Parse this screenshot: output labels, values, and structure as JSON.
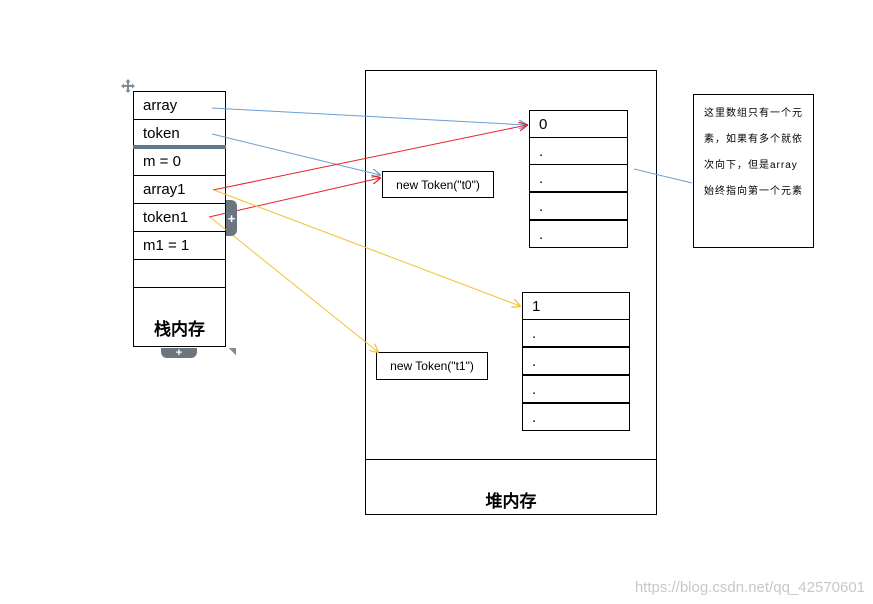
{
  "stack": {
    "cells": [
      "array",
      "token",
      "m = 0",
      "array1",
      "token1",
      "m1 = 1",
      ""
    ],
    "label": "栈内存"
  },
  "heap": {
    "label": "堆内存",
    "array0": [
      "0",
      ".",
      ".",
      ".",
      "."
    ],
    "array1": [
      "1",
      ".",
      ".",
      ".",
      "."
    ],
    "objects": [
      "new Token(\"t0\")",
      "new Token(\"t1\")"
    ]
  },
  "note": "这里数组只有一个元素，如果有多个就依次向下，但是array始终指向第一个元素",
  "watermark": "https://blog.csdn.net/qq_42570601",
  "colors": {
    "blue": "#6a9fd4",
    "red": "#e8202a",
    "yellow": "#f2c232"
  },
  "icons": [
    "move-handle-icon",
    "add-row-icon",
    "add-column-icon",
    "resize-handle-icon"
  ]
}
